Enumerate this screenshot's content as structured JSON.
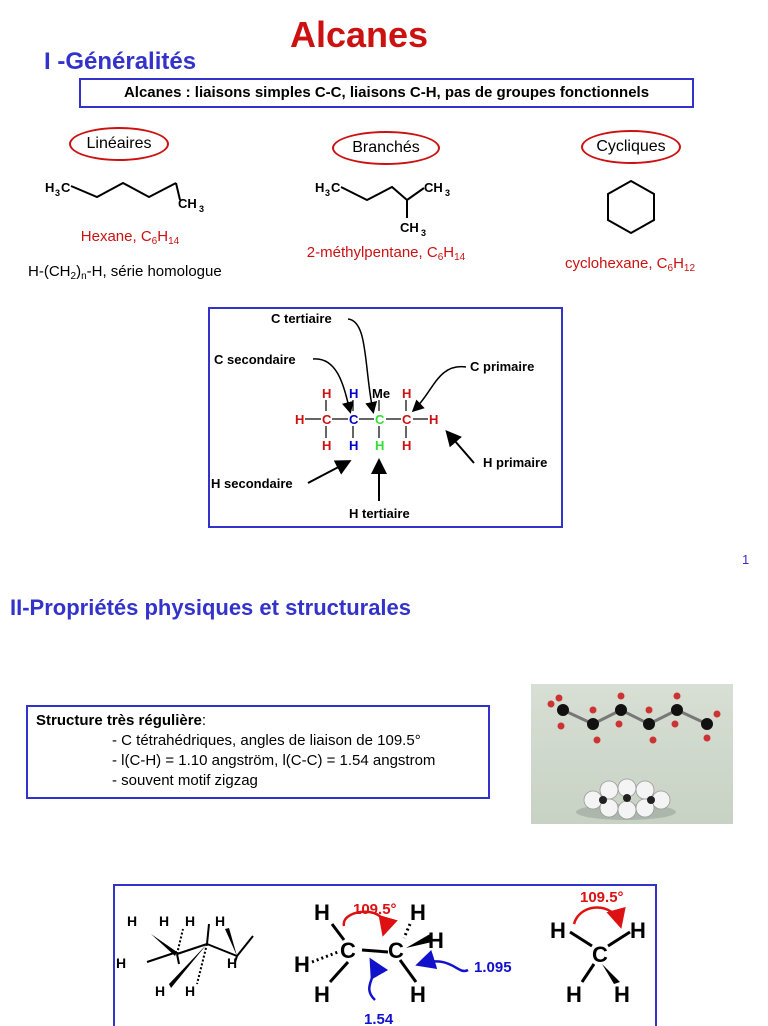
{
  "title": "Alcanes",
  "section1": {
    "heading": "I -Généralités",
    "definition": "Alcanes : liaisons simples C-C, liaisons C-H, pas de groupes fonctionnels",
    "categories": [
      {
        "label": "Linéaires",
        "name": "Hexane",
        "formula_c": "C",
        "n_c": "6",
        "formula_h": "H",
        "n_h": "14"
      },
      {
        "label": "Branchés",
        "name": "2-méthylpentane",
        "formula_c": "C",
        "n_c": "6",
        "formula_h": "H",
        "n_h": "14"
      },
      {
        "label": "Cycliques",
        "name": "cyclohexane",
        "formula_c": "C",
        "n_c": "6",
        "formula_h": "H",
        "n_h": "12"
      }
    ],
    "homologue": {
      "prefix": "H-(CH",
      "sub2": "2",
      "mid": ")",
      "subn": "n",
      "suffix": "-H, série homologue"
    },
    "diagram": {
      "c_tertiaire": "C tertiaire",
      "c_secondaire": "C secondaire",
      "c_primaire": "C primaire",
      "h_secondaire": "H secondaire",
      "h_primaire": "H primaire",
      "h_tertiaire": "H tertiaire",
      "me": "Me"
    }
  },
  "page_number": "1",
  "section2": {
    "heading": "II-Propriétés physiques et structurales",
    "structure_title": "Structure très régulière",
    "structure_colon": ":",
    "structure_items": [
      "- C tétrahédriques, angles de liaison de 109.5°",
      "- l(C-H) = 1.10 angström, l(C-C) = 1.54 angstrom",
      "- souvent motif zigzag"
    ],
    "angle_label": "109.5°",
    "bond_ch": "1.095",
    "bond_cc": "1.54"
  },
  "colors": {
    "red": "#cc1111",
    "blue": "#3333cc",
    "green": "#33dd33",
    "black": "#000000"
  }
}
